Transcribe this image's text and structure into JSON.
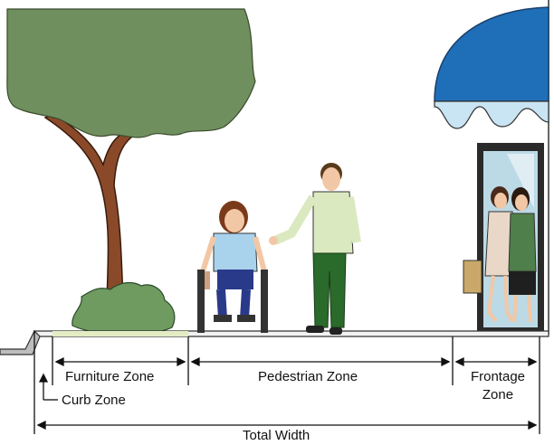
{
  "labels": {
    "furniture_zone": "Furniture Zone",
    "pedestrian_zone": "Pedestrian Zone",
    "frontage_zone_line1": "Frontage",
    "frontage_zone_line2": "Zone",
    "curb_zone": "Curb Zone",
    "total_width": "Total Width"
  },
  "colors": {
    "tree_foliage": "#6f8f5f",
    "tree_trunk": "#8a4a2a",
    "shrub": "#6f9a60",
    "grass_strip": "#e3ecc3",
    "awning_blue": "#1f6fb8",
    "awning_scallop": "#c9e4f2",
    "man_shirt": "#dbe9c0",
    "man_pants": "#2a6a2a",
    "woman_shirt": "#a9d3ec",
    "woman_pants": "#2a3a8a",
    "hair": "#7a3a1a",
    "skin": "#f2c7a5",
    "door_frame": "#2a2a2a",
    "glass": "#bcd9e6"
  },
  "icons": [
    "tree",
    "shrub",
    "wheelchair-user",
    "standing-man",
    "storefront-door",
    "awning",
    "shoppers"
  ]
}
